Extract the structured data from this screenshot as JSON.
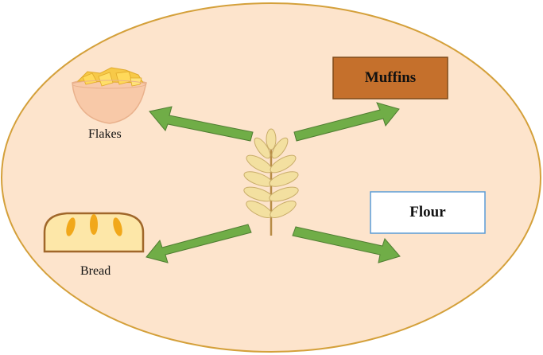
{
  "diagram": {
    "center": {
      "icon": "wheat-icon"
    },
    "products": {
      "flakes": {
        "label": "Flakes",
        "icon": "cereal-bowl-icon"
      },
      "muffins": {
        "label": "Muffins",
        "style": "filled-box"
      },
      "bread": {
        "label": "Bread",
        "icon": "bread-loaf-icon"
      },
      "flour": {
        "label": "Flour",
        "style": "outlined-box"
      }
    },
    "colors": {
      "background_ellipse": "#fde4cc",
      "ellipse_border": "#d4a03a",
      "arrow": "#70ad47",
      "arrow_border": "#507e32",
      "muffins_fill": "#c5702c",
      "flour_border": "#5b9bd5",
      "wheat": "#f3e0a0",
      "bread_crust": "#a0672a",
      "bread_inside": "#fde7a8",
      "bread_fleck": "#f1a81a",
      "bowl": "#f8c9a8"
    }
  }
}
